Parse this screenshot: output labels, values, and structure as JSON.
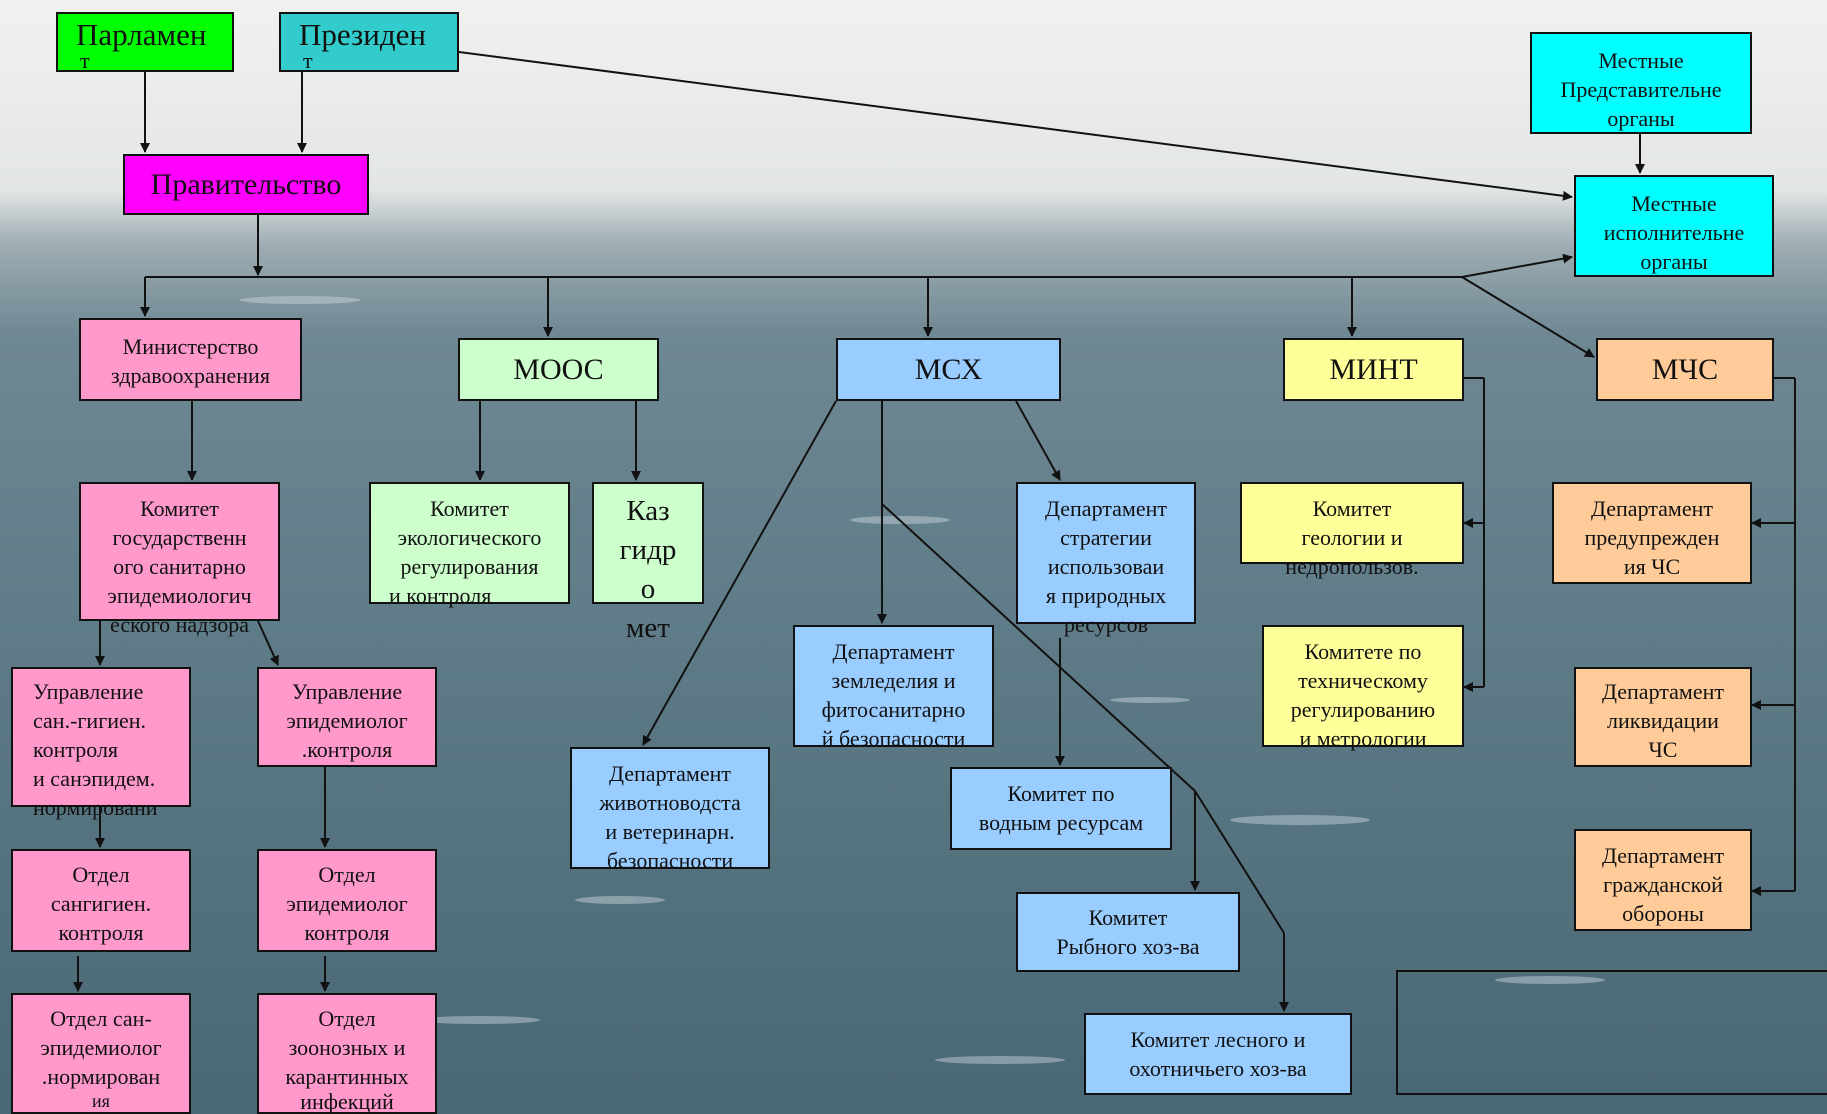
{
  "colors": {
    "green": "#00ff00",
    "teal": "#33cccc",
    "cyan": "#00ffff",
    "magenta": "#ff00ff",
    "pink": "#ff99cc",
    "mint": "#ccffcc",
    "blue": "#99ccff",
    "yellow": "#ffff99",
    "orange": "#ffcc99"
  },
  "nodes": {
    "parliament": [
      "Парламен",
      "т"
    ],
    "president": [
      "Президен",
      "т"
    ],
    "local_rep": [
      "Местные",
      "Представительне",
      "органы"
    ],
    "local_exec": [
      "Местные",
      "исполнительне",
      "органы"
    ],
    "government": [
      "Правительство"
    ],
    "minzdrav": [
      "Министерство",
      "здравоохранения"
    ],
    "moos": [
      "МООС"
    ],
    "msh": [
      "МСХ"
    ],
    "mint": [
      "МИНТ"
    ],
    "mchs": [
      "МЧС"
    ],
    "kom_sanepid": [
      "Комитет",
      "государственн",
      "ого санитарно",
      "эпидемиологич",
      "еского надзора"
    ],
    "kom_ecolog": [
      "Комитет",
      "экологического",
      "регулирования",
      "и контроля"
    ],
    "kazgidromet": [
      "Каз",
      "гидр",
      "о",
      "мет"
    ],
    "dep_strateg": [
      "Департамент",
      "стратегии",
      "использоваи",
      "я природных",
      "ресурсов"
    ],
    "kom_geolog": [
      "Комитет",
      "геологии и",
      "недропользов."
    ],
    "dep_preduprezh": [
      "Департамент",
      "предупрежден",
      "ия ЧС"
    ],
    "upr_sangig": [
      "Управление",
      "сан.-гигиен.",
      "контроля",
      "и санэпидем.",
      "нормировани"
    ],
    "upr_epidem": [
      "Управление",
      "эпидемиолог",
      ".контроля"
    ],
    "dep_zemled": [
      "Департамент",
      "земледелия и",
      "фитосанитарно",
      "й безопасности"
    ],
    "kom_tehreg": [
      "Комитете по",
      "техническому",
      "регулированию",
      "и метрологии"
    ],
    "dep_likvid": [
      "Департамент",
      "ликвидации",
      "ЧС"
    ],
    "dep_zhivot": [
      "Департамент",
      "животноводста",
      "и ветеринарн.",
      "безопасности"
    ],
    "kom_vodn": [
      "Комитет по",
      "водным ресурсам"
    ],
    "otd_sangig": [
      "Отдел",
      "сангигиен.",
      "контроля"
    ],
    "otd_epidem": [
      "Отдел",
      "эпидемиолог",
      "контроля"
    ],
    "dep_grazhd": [
      "Департамент",
      "гражданской",
      "обороны"
    ],
    "kom_ryb": [
      "Комитет",
      "Рыбного хоз-ва"
    ],
    "otd_norm": [
      "Отдел сан-",
      "эпидемиолог",
      ".нормирован",
      "ия"
    ],
    "otd_zoonoz": [
      "Отдел",
      "зоонозных и",
      "карантинных",
      "инфекций"
    ],
    "kom_les": [
      "Комитет лесного и",
      "охотничьего хоз-ва"
    ]
  }
}
